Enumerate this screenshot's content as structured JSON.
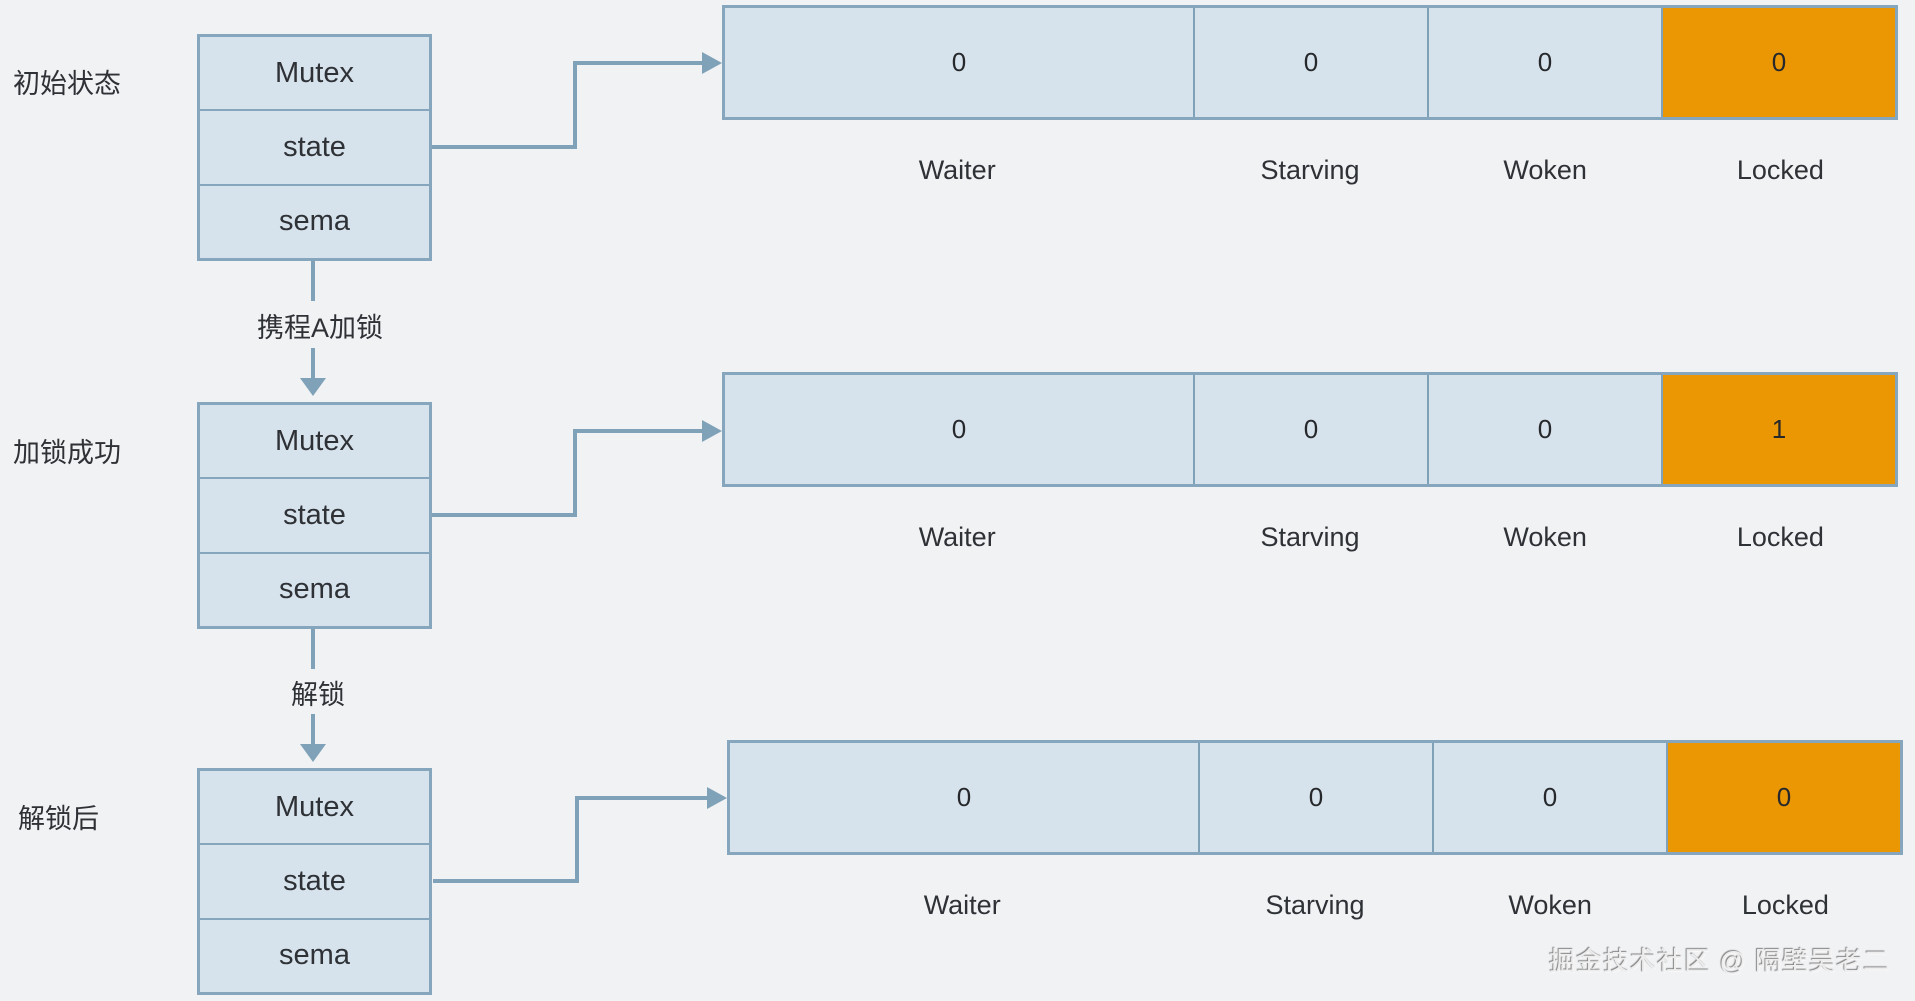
{
  "diagram": {
    "colors": {
      "bg": "#f1f2f4",
      "cell_fill": "#d7e3ec",
      "cell_border": "#85a6bc",
      "locked_fill": "#eb9704",
      "line": "#7fa2b8",
      "text": "#2e3135",
      "watermark": "#ededed"
    },
    "stages": [
      {
        "label": "初始状态",
        "mutex": {
          "title": "Mutex",
          "fields": [
            "state",
            "sema"
          ]
        },
        "register": {
          "cells": [
            {
              "label": "Waiter",
              "value": "0",
              "locked": false
            },
            {
              "label": "Starving",
              "value": "0",
              "locked": false
            },
            {
              "label": "Woken",
              "value": "0",
              "locked": false
            },
            {
              "label": "Locked",
              "value": "0",
              "locked": true
            }
          ]
        }
      },
      {
        "label": "加锁成功",
        "transition": "携程A加锁",
        "mutex": {
          "title": "Mutex",
          "fields": [
            "state",
            "sema"
          ]
        },
        "register": {
          "cells": [
            {
              "label": "Waiter",
              "value": "0",
              "locked": false
            },
            {
              "label": "Starving",
              "value": "0",
              "locked": false
            },
            {
              "label": "Woken",
              "value": "0",
              "locked": false
            },
            {
              "label": "Locked",
              "value": "1",
              "locked": true
            }
          ]
        }
      },
      {
        "label": "解锁后",
        "transition": "解锁",
        "mutex": {
          "title": "Mutex",
          "fields": [
            "state",
            "sema"
          ]
        },
        "register": {
          "cells": [
            {
              "label": "Waiter",
              "value": "0",
              "locked": false
            },
            {
              "label": "Starving",
              "value": "0",
              "locked": false
            },
            {
              "label": "Woken",
              "value": "0",
              "locked": false
            },
            {
              "label": "Locked",
              "value": "0",
              "locked": true
            }
          ]
        }
      }
    ],
    "watermark": "掘金技术社区 @ 隔壁吴老二"
  }
}
